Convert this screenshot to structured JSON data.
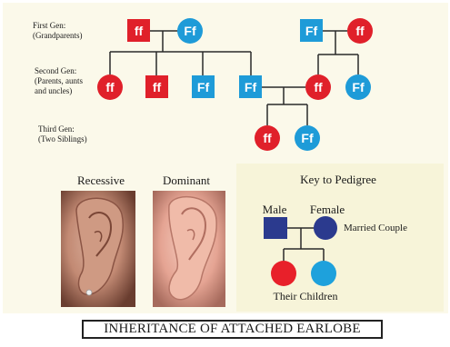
{
  "generations": {
    "first": [
      "First Gen:",
      "(Grandparents)"
    ],
    "second": [
      "Second Gen:",
      "(Parents, aunts",
      "and uncles)"
    ],
    "third": [
      "Third Gen:",
      "(Two Siblings)"
    ]
  },
  "pedigree": {
    "gp_left_male": "ff",
    "gp_left_female": "Ff",
    "gp_right_male": "Ff",
    "gp_right_female": "ff",
    "gen2": [
      "ff",
      "ff",
      "Ff",
      "Ff",
      "ff",
      "Ff"
    ],
    "gen3": [
      "ff",
      "Ff"
    ]
  },
  "earlobes": {
    "recessive": "Recessive",
    "dominant": "Dominant"
  },
  "key": {
    "title": "Key to Pedigree",
    "male": "Male",
    "female": "Female",
    "married": "Married Couple",
    "children": "Their Children"
  },
  "colors": {
    "red": "#e0202a",
    "blue": "#1e9bd8",
    "key_navy": "#2b3a8e",
    "key_red": "#e8202a",
    "key_blue": "#1ea1dc"
  },
  "caption": "INHERITANCE OF ATTACHED EARLOBE"
}
